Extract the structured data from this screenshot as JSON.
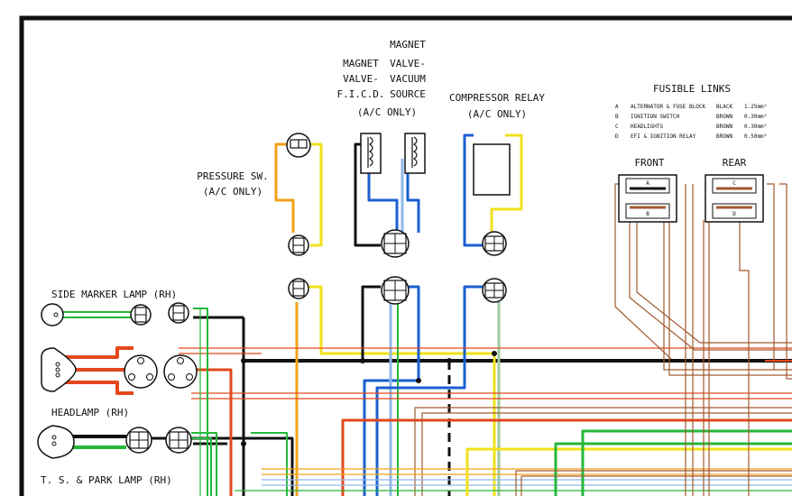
{
  "labels": {
    "valve_ficd": [
      "MAGNET",
      "VALVE-",
      "F.I.C.D."
    ],
    "valve_vacuum": [
      "MAGNET",
      "VALVE-",
      "VACUUM",
      "SOURCE"
    ],
    "ac_only": "(A/C ONLY)",
    "compressor_relay": "COMPRESSOR RELAY",
    "pressure_sw": "PRESSURE SW.",
    "fusible_links": "FUSIBLE LINKS",
    "front": "FRONT",
    "rear": "REAR",
    "side_marker": "SIDE MARKER LAMP (RH)",
    "headlamp": "HEADLAMP (RH)",
    "ts_park": "T. S. & PARK LAMP (RH)"
  },
  "fusible_links": [
    {
      "id": "A",
      "name": "ALTERNATOR & FUSE BLOCK",
      "color": "BLACK",
      "size": "1.25mm²"
    },
    {
      "id": "B",
      "name": "IGNITION SWITCH",
      "color": "BROWN",
      "size": "0.30mm²"
    },
    {
      "id": "C",
      "name": "HEADLIGHTS",
      "color": "BROWN",
      "size": "0.30mm²"
    },
    {
      "id": "D",
      "name": "EFI & IGNITION RELAY",
      "color": "BROWN",
      "size": "0.50mm²"
    }
  ],
  "colors": {
    "black": "#111111",
    "yellow": "#f2e01c",
    "blue": "#1b5fcf",
    "red": "#e2481c",
    "green": "#25b83a",
    "orange": "#f2a21a",
    "brown": "#a05a30"
  }
}
